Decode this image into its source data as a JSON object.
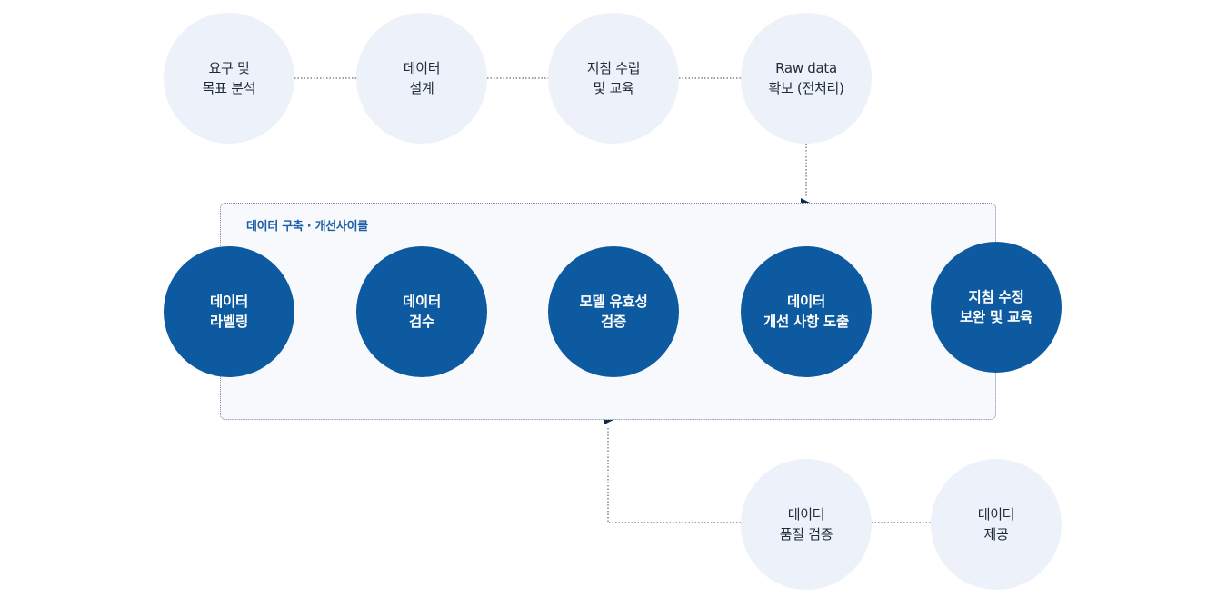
{
  "colors": {
    "light_node": "#edf1f9",
    "dark_node": "#0d5aa0",
    "accent_text": "#1d5fa6",
    "connector": "#3a4a63"
  },
  "top_row": [
    {
      "line1": "요구 및",
      "line2": "목표 분석"
    },
    {
      "line1": "데이터",
      "line2": "설계"
    },
    {
      "line1": "지침 수립",
      "line2": "및 교육"
    },
    {
      "line1": "Raw data",
      "line2": "확보 (전처리)"
    }
  ],
  "cycle": {
    "title": "데이터 구축 · 개선사이클",
    "nodes": [
      {
        "line1": "데이터",
        "line2": "라벨링"
      },
      {
        "line1": "데이터",
        "line2": "검수"
      },
      {
        "line1": "모델 유효성",
        "line2": "검증"
      },
      {
        "line1": "데이터",
        "line2": "개선 사항 도출"
      },
      {
        "line1": "지침 수정",
        "line2": "보완 및 교육"
      }
    ]
  },
  "bottom_row": [
    {
      "line1": "데이터",
      "line2": "품질 검증"
    },
    {
      "line1": "데이터",
      "line2": "제공"
    }
  ]
}
